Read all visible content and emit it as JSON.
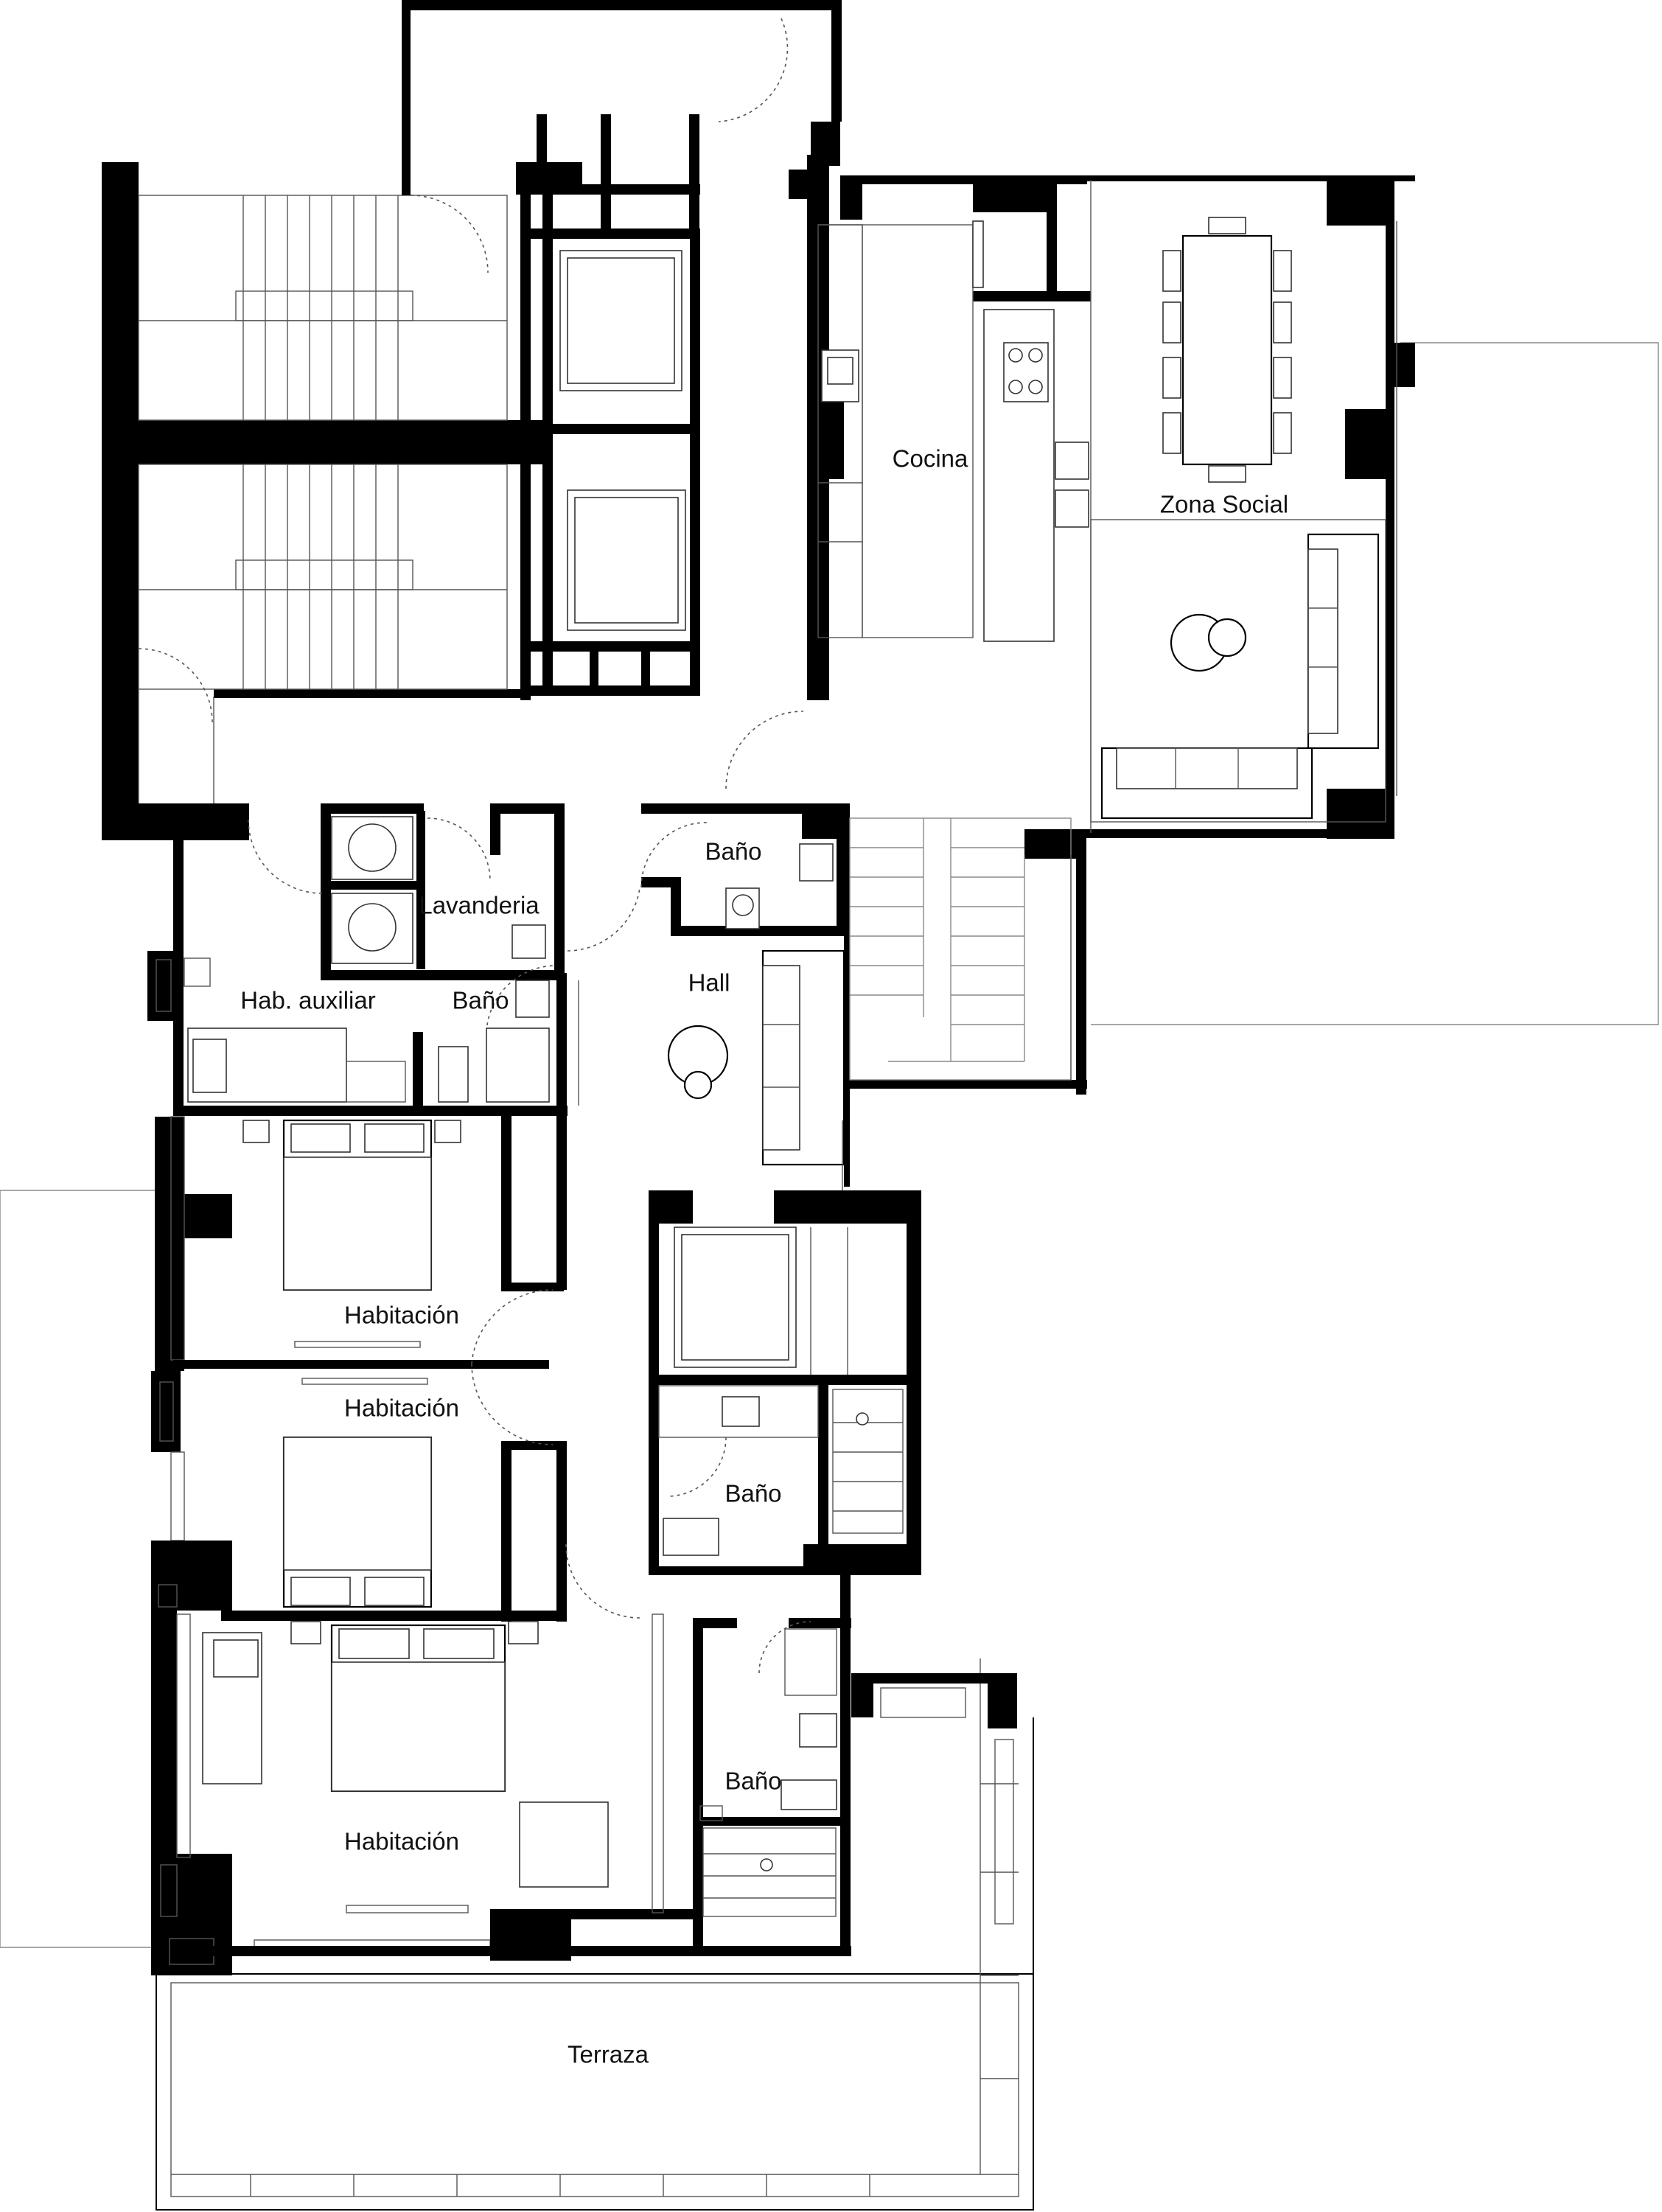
{
  "rooms": {
    "cocina": "Cocina",
    "zona_social": "Zona Social",
    "bano_hall": "Baño",
    "lavanderia": "Lavanderia",
    "hab_auxiliar": "Hab. auxiliar",
    "bano_auxiliar": "Baño",
    "hall": "Hall",
    "habitacion_1": "Habitación",
    "habitacion_2": "Habitación",
    "bano_central": "Baño",
    "bano_principal": "Baño",
    "habitacion_principal": "Habitación",
    "terraza": "Terraza"
  },
  "colors": {
    "wall": "#000000",
    "line": "#555555",
    "background": "#ffffff"
  }
}
